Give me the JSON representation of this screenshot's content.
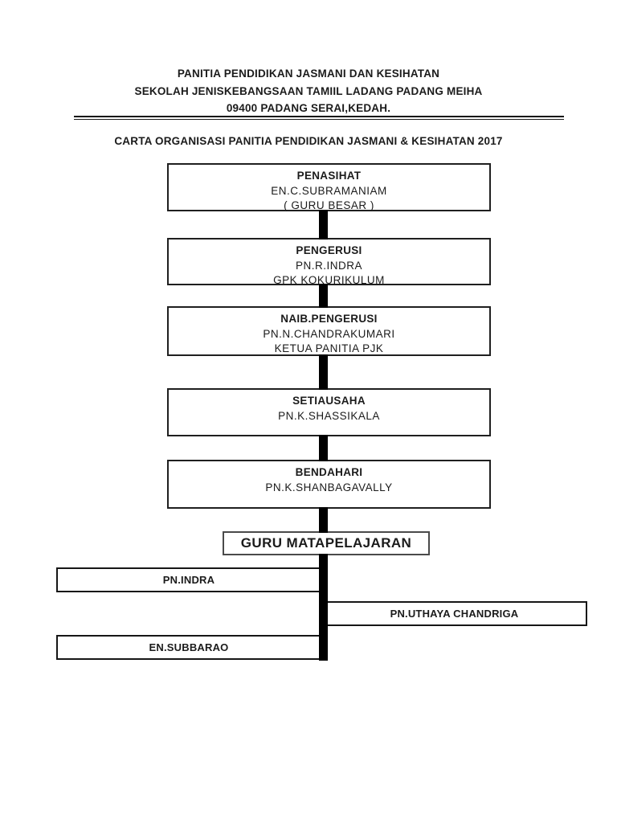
{
  "header": {
    "line1": "PANITIA PENDIDIKAN JASMANI DAN KESIHATAN",
    "line2": "SEKOLAH JENISKEBANGSAAN TAMIIL LADANG PADANG MEIHA",
    "line3": "09400 PADANG SERAI,KEDAH."
  },
  "title": "CARTA ORGANISASI PANITIA PENDIDIKAN JASMANI & KESIHATAN 2017",
  "org_chart": {
    "type": "organizational-chart",
    "year": "2017",
    "nodes": [
      {
        "role": "PENASIHAT",
        "name": "EN.C.SUBRAMANIAM",
        "note": "( GURU BESAR )"
      },
      {
        "role": "PENGERUSI",
        "name": "PN.R.INDRA",
        "note": "GPK KOKURIKULUM"
      },
      {
        "role": "NAIB.PENGERUSI",
        "name": "PN.N.CHANDRAKUMARI",
        "note": "KETUA PANITIA PJK"
      },
      {
        "role": "SETIAUSAHA",
        "name": "PN.K.SHASSIKALA"
      },
      {
        "role": "BENDAHARI",
        "name": "PN.K.SHANBAGAVALLY"
      }
    ],
    "group_label": "GURU MATAPELAJARAN",
    "members": [
      {
        "name": "PN.INDRA",
        "side": "left"
      },
      {
        "name": "PN.UTHAYA CHANDRIGA",
        "side": "right"
      },
      {
        "name": "EN.SUBBARAO",
        "side": "left"
      }
    ]
  },
  "colors": {
    "background": "#ffffff",
    "text": "#1b1b1b",
    "box_border": "#1f1f1f",
    "connector": "#000000"
  }
}
